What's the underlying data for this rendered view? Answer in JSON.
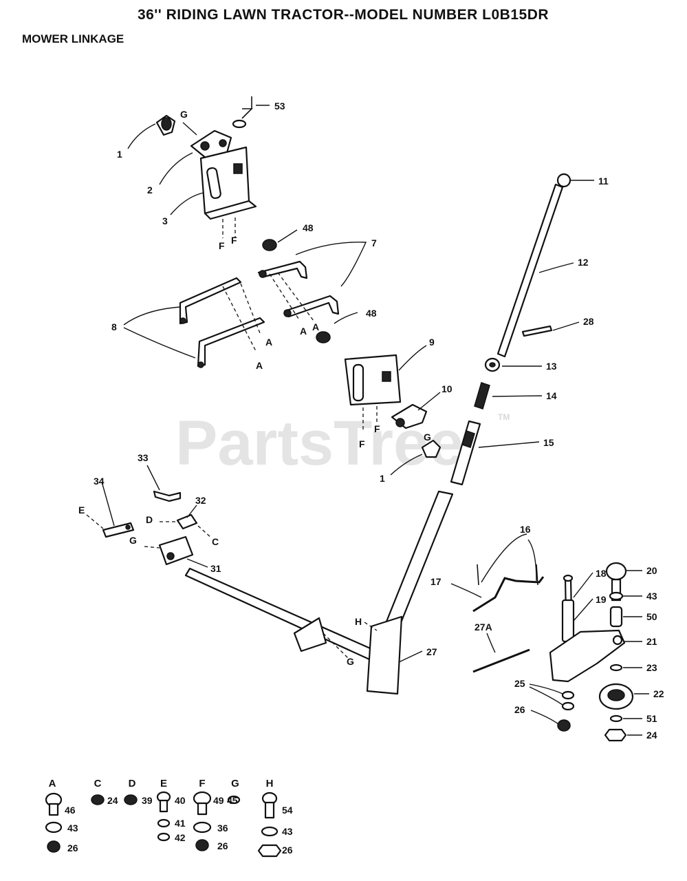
{
  "header": {
    "title": "36'' RIDING LAWN TRACTOR--MODEL NUMBER L0B15DR",
    "subtitle": "MOWER LINKAGE"
  },
  "watermark": {
    "text": "PartsTree",
    "tm": "TM"
  },
  "callouts": {
    "c1a": "1",
    "c2": "2",
    "c3": "3",
    "g1": "G",
    "c53": "53",
    "fa": "F",
    "fb": "F",
    "c48a": "48",
    "c7": "7",
    "c8": "8",
    "a1": "A",
    "a2": "A",
    "a3": "A",
    "a4": "A",
    "c48b": "48",
    "c11": "11",
    "c12": "12",
    "c28": "28",
    "c9": "9",
    "c13": "13",
    "c14": "14",
    "c10": "10",
    "fc": "F",
    "fd": "F",
    "g2": "G",
    "c15": "15",
    "c1b": "1",
    "c33": "33",
    "c34": "34",
    "c32": "32",
    "e1": "E",
    "d1": "D",
    "cc": "C",
    "g3": "G",
    "c31": "31",
    "c16": "16",
    "c18": "18",
    "c20": "20",
    "c43": "43",
    "c17": "17",
    "c19": "19",
    "c50": "50",
    "h1": "H",
    "c21": "21",
    "c27a": "27A",
    "c27": "27",
    "g4": "G",
    "c23": "23",
    "c25": "25",
    "c22": "22",
    "c26": "26",
    "c51": "51",
    "c24": "24"
  },
  "legend": [
    {
      "letter": "A",
      "parts": [
        "46",
        "43",
        "26"
      ]
    },
    {
      "letter": "C",
      "parts": [
        "24"
      ]
    },
    {
      "letter": "D",
      "parts": [
        "39"
      ]
    },
    {
      "letter": "E",
      "parts": [
        "40",
        "41",
        "42"
      ]
    },
    {
      "letter": "F",
      "parts": [
        "49",
        "36",
        "26"
      ]
    },
    {
      "letter": "G",
      "parts": [
        "45"
      ]
    },
    {
      "letter": "H",
      "parts": [
        "54",
        "43",
        "26"
      ]
    }
  ]
}
